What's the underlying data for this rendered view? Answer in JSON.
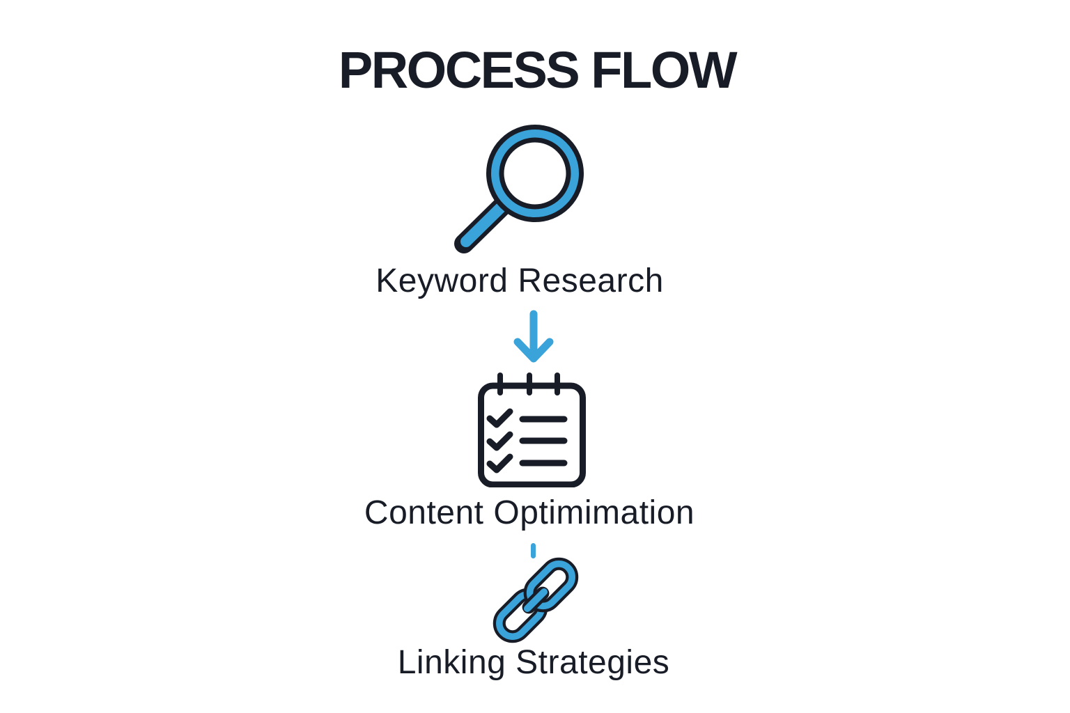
{
  "colors": {
    "accent": "#3aa3d9",
    "ink": "#181c27",
    "background": "#ffffff"
  },
  "header": {
    "title": "PROCESS FLOW"
  },
  "flow": {
    "steps": [
      {
        "label": "Keyword Research",
        "icon": "magnifier-icon"
      },
      {
        "label": "Content Optimimation",
        "icon": "checklist-icon"
      },
      {
        "label": "Linking Strategies",
        "icon": "chain-link-icon"
      }
    ],
    "connectors": [
      {
        "style": "arrow-down",
        "icon": "arrow-down-icon"
      },
      {
        "style": "short-dash",
        "icon": "dash-connector"
      }
    ]
  }
}
